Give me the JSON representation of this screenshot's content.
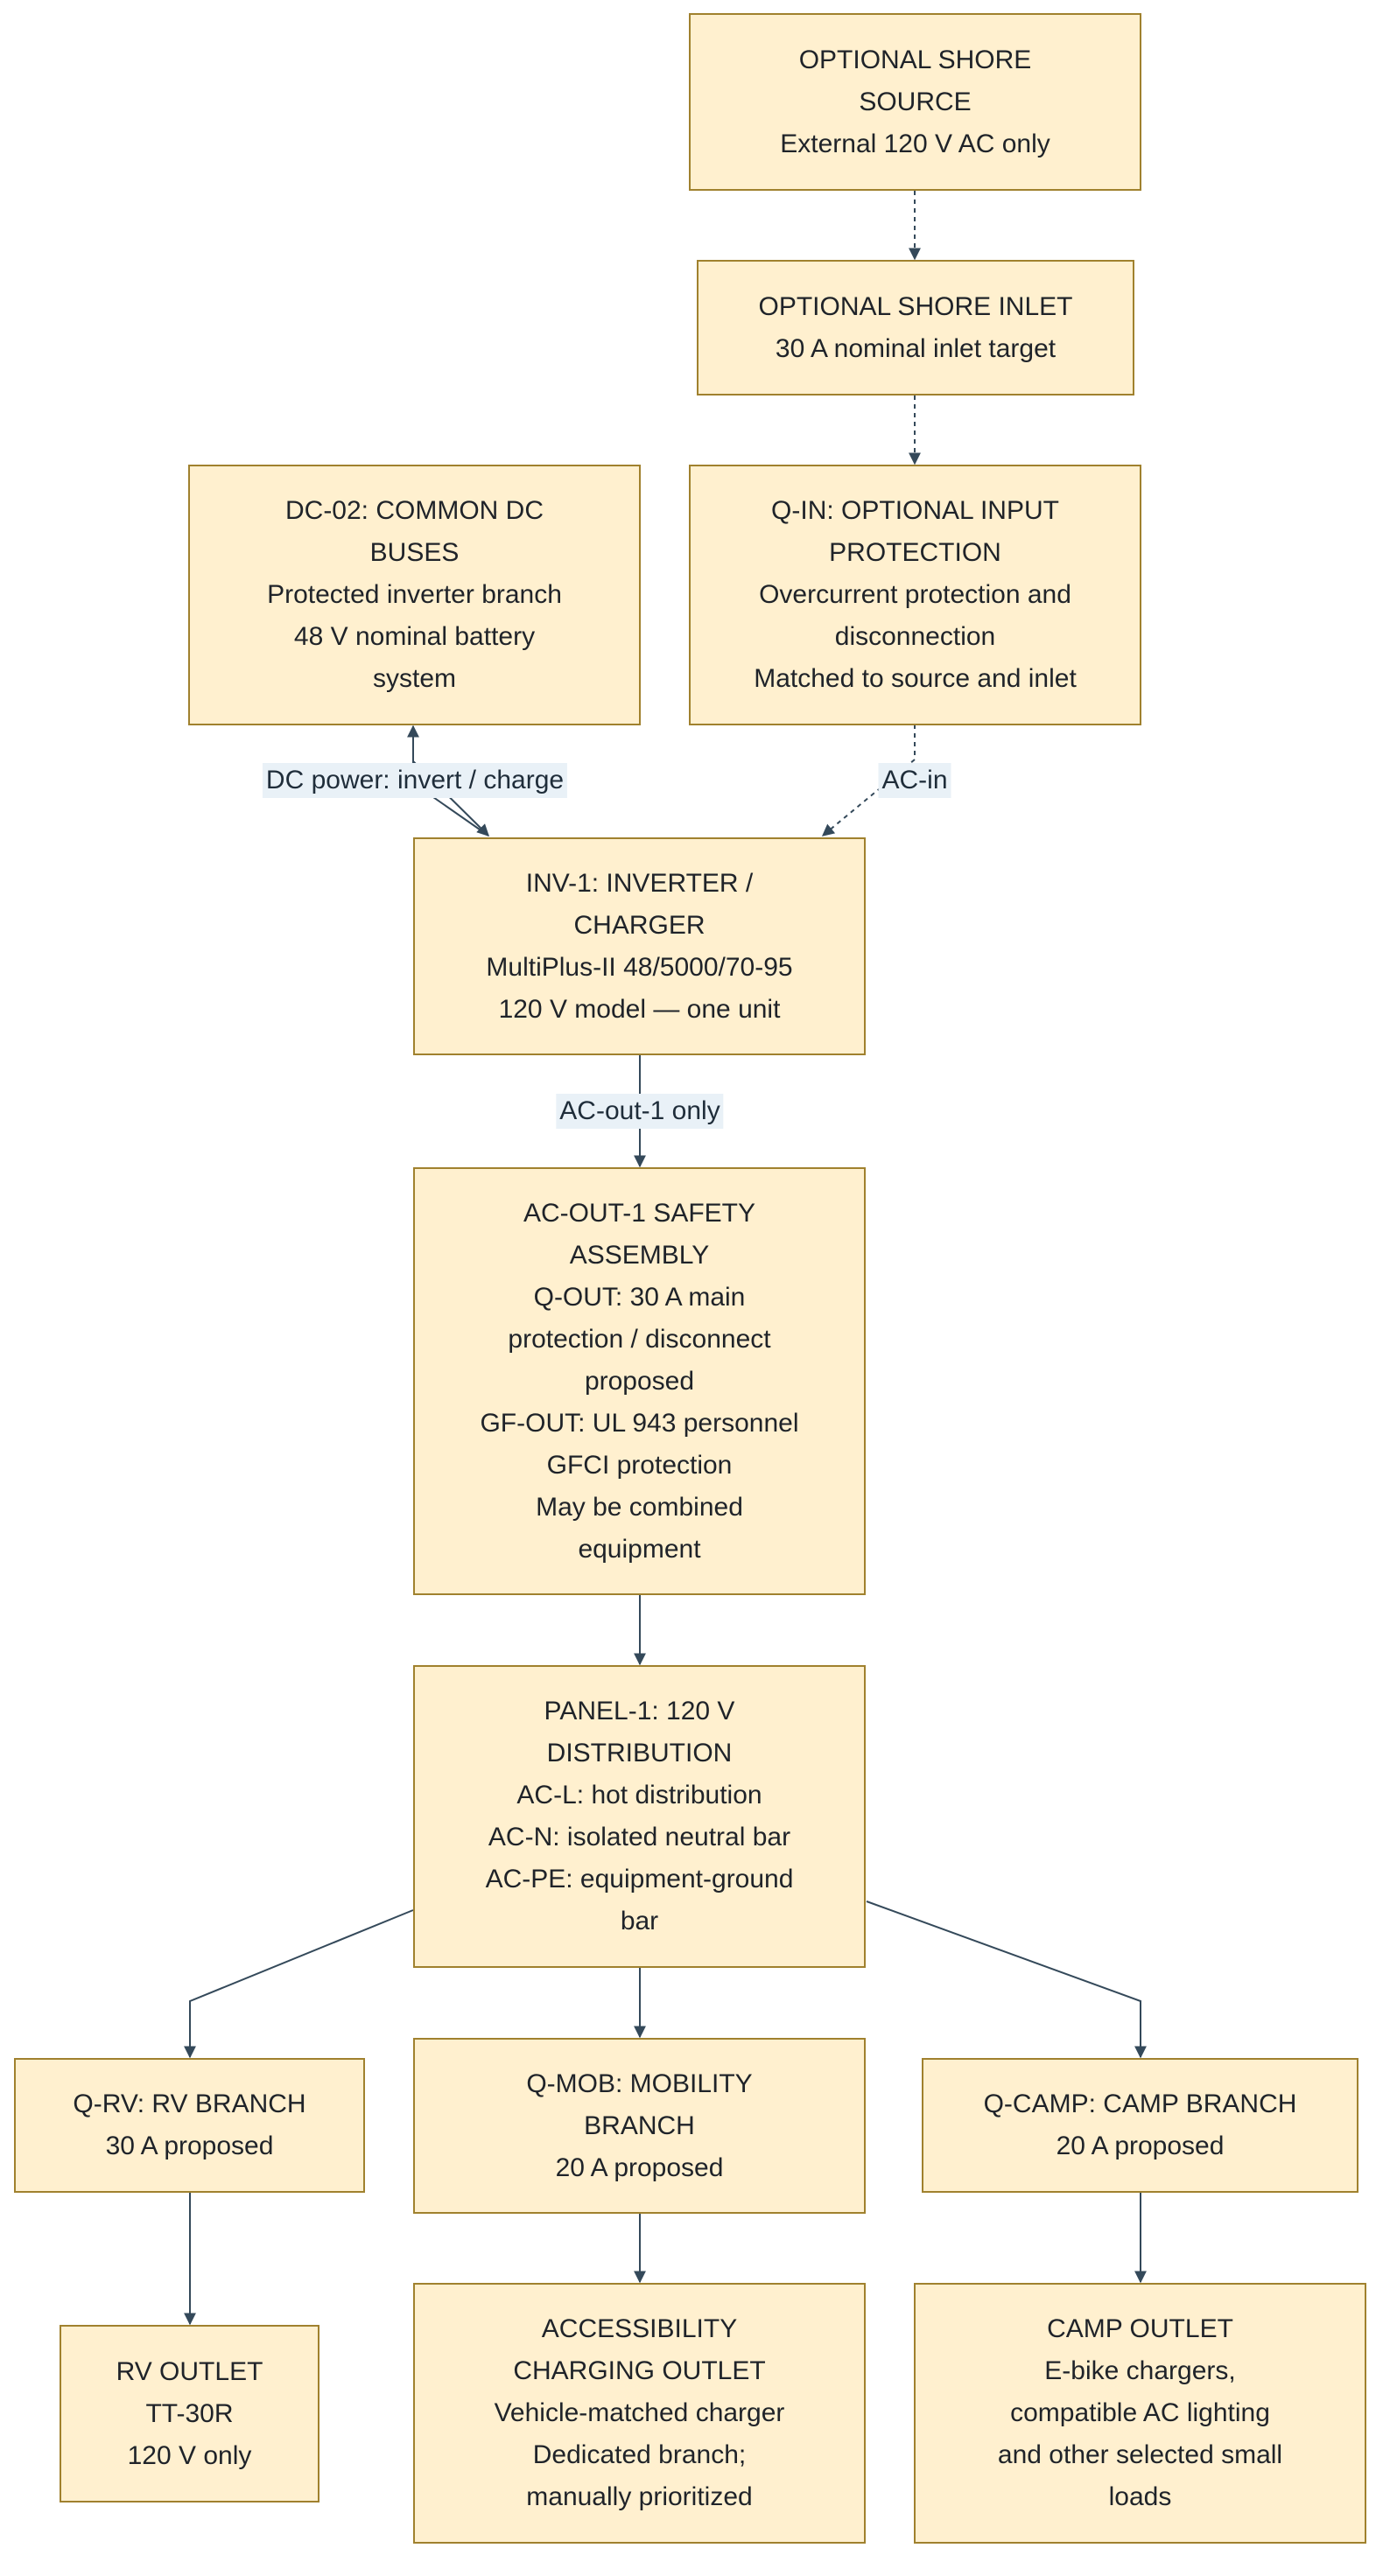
{
  "nodes": {
    "shore_source": [
      "OPTIONAL SHORE",
      "SOURCE",
      "External 120 V AC only"
    ],
    "shore_inlet": [
      "OPTIONAL SHORE INLET",
      "30 A nominal inlet target"
    ],
    "dc_buses": [
      "DC-02: COMMON DC",
      "BUSES",
      "Protected inverter branch",
      "48 V nominal battery",
      "system"
    ],
    "input_protection": [
      "Q-IN: OPTIONAL INPUT",
      "PROTECTION",
      "Overcurrent protection and",
      "disconnection",
      "Matched to source and inlet"
    ],
    "inverter": [
      "INV-1: INVERTER /",
      "CHARGER",
      "MultiPlus-II 48/5000/70-95",
      "120 V model — one unit"
    ],
    "safety_assembly": [
      "AC-OUT-1 SAFETY",
      "ASSEMBLY",
      "Q-OUT: 30 A main",
      "protection / disconnect",
      "proposed",
      "GF-OUT: UL 943 personnel",
      "GFCI protection",
      "May be combined",
      "equipment"
    ],
    "panel": [
      "PANEL-1: 120 V",
      "DISTRIBUTION",
      "AC-L: hot distribution",
      "AC-N: isolated neutral bar",
      "AC-PE: equipment-ground",
      "bar"
    ],
    "rv_branch": [
      "Q-RV: RV BRANCH",
      "30 A proposed"
    ],
    "mobility_branch": [
      "Q-MOB: MOBILITY",
      "BRANCH",
      "20 A proposed"
    ],
    "camp_branch": [
      "Q-CAMP: CAMP BRANCH",
      "20 A proposed"
    ],
    "rv_outlet": [
      "RV OUTLET",
      "TT-30R",
      "120 V only"
    ],
    "accessibility_outlet": [
      "ACCESSIBILITY",
      "CHARGING OUTLET",
      "Vehicle-matched charger",
      "Dedicated branch;",
      "manually prioritized"
    ],
    "camp_outlet": [
      "CAMP OUTLET",
      "E-bike chargers,",
      "compatible AC lighting",
      "and other selected small",
      "loads"
    ]
  },
  "edges": {
    "dc_power": "DC power: invert / charge",
    "ac_in": "AC-in",
    "ac_out_1": "AC-out-1 only"
  },
  "colors": {
    "node_fill": "#fff0cf",
    "node_border": "#a0812e",
    "edge": "#34495a",
    "label_bg": "#e9f1f7"
  }
}
